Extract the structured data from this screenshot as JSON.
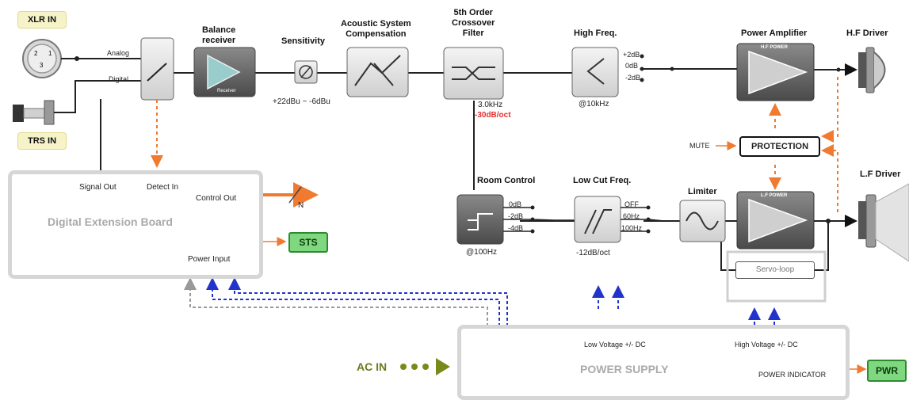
{
  "inputs": {
    "xlr": "XLR IN",
    "trs": "TRS IN",
    "analog": "Analog",
    "digital": "Digital"
  },
  "blocks": {
    "balance_receiver": "Balance\nreceiver",
    "receiver_inner": "Receiver",
    "sensitivity": "Sensitivity",
    "sensitivity_range": "+22dBu ~ -6dBu",
    "acoustic": "Acoustic System\nCompensation",
    "crossover": "5th Order\nCrossover\nFilter",
    "crossover_freq": "3.0kHz",
    "crossover_slope": "-30dB/oct",
    "high_freq": "High Freq.",
    "high_freq_at": "@10kHz",
    "high_freq_opts": [
      "+2dB",
      "0dB",
      "-2dB"
    ],
    "power_amp": "Power Amplifier",
    "hf_power": "H.F POWER",
    "lf_power": "L.F POWER",
    "hf_driver": "H.F Driver",
    "lf_driver": "L.F Driver",
    "protection": "PROTECTION",
    "mute": "MUTE",
    "room_control": "Room Control",
    "room_opts": [
      "0dB",
      "-2dB",
      "-4dB"
    ],
    "room_at": "@100Hz",
    "low_cut": "Low Cut Freq.",
    "low_cut_opts": [
      "OFF",
      "60Hz",
      "100Hz"
    ],
    "low_cut_slope": "-12dB/oct",
    "limiter": "Limiter",
    "servo": "Servo-loop"
  },
  "ext_board": {
    "title": "Digital Extension Board",
    "signal_out": "Signal Out",
    "detect_in": "Detect In",
    "control_out": "Control Out",
    "power_input": "Power Input",
    "n_label": "N",
    "sts": "STS"
  },
  "power_supply": {
    "title": "POWER SUPPLY",
    "low_voltage": "Low Voltage +/- DC",
    "high_voltage": "High Voltage +/- DC",
    "indicator": "POWER INDICATOR",
    "pwr": "PWR",
    "ac_in": "AC IN"
  },
  "colors": {
    "accent_orange": "#f07a30",
    "blue_dashed": "#2233cc",
    "green_button": "#7fd87f",
    "warning_red": "#e53030"
  }
}
